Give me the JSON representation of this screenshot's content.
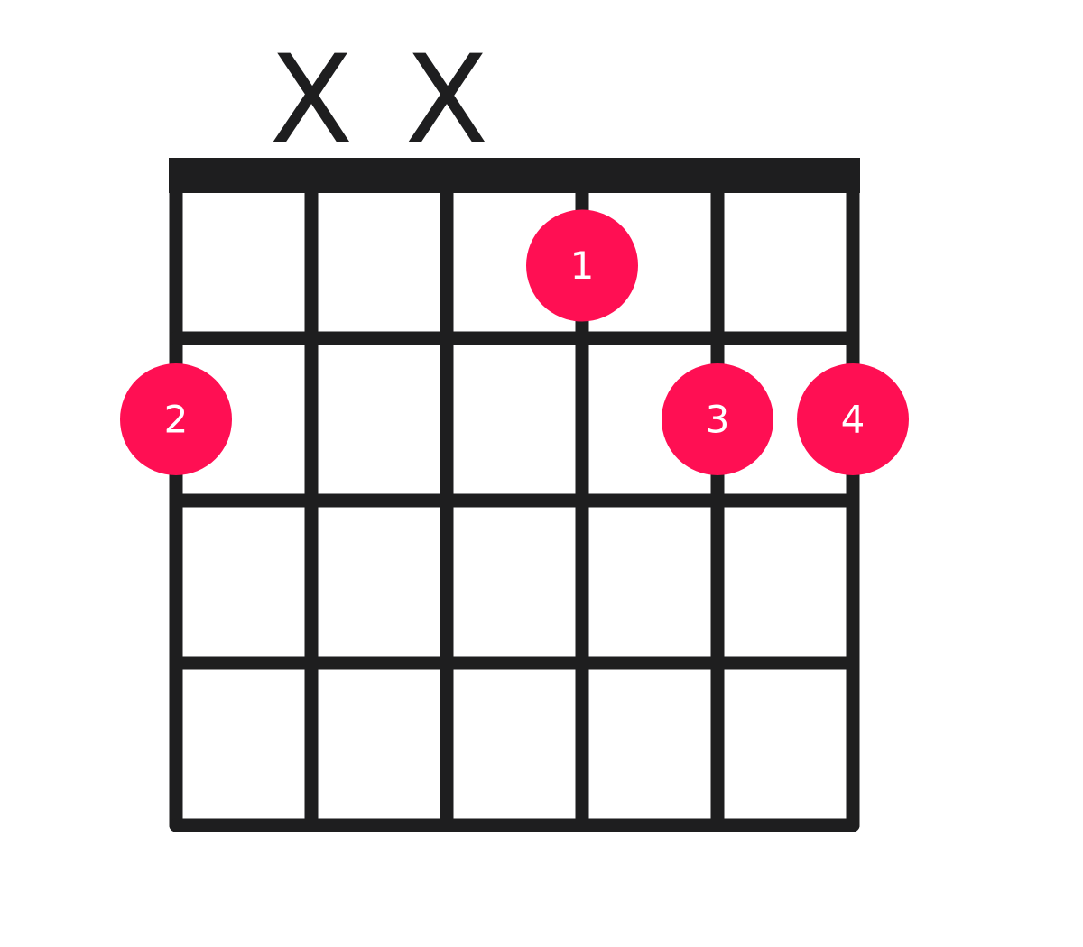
{
  "diagram": {
    "string_count": 6,
    "fret_count": 4,
    "colors": {
      "line": "#1e1e1f",
      "dot": "#ff0f53",
      "dot_text": "#ffffff",
      "marker": "#1e1e1f"
    },
    "string_markers": [
      {
        "string": 2,
        "label": "X"
      },
      {
        "string": 3,
        "label": "X"
      }
    ],
    "fingers": [
      {
        "string": 4,
        "fret": 1,
        "label": "1"
      },
      {
        "string": 1,
        "fret": 2,
        "label": "2"
      },
      {
        "string": 5,
        "fret": 2,
        "label": "3"
      },
      {
        "string": 6,
        "fret": 2,
        "label": "4"
      }
    ]
  }
}
